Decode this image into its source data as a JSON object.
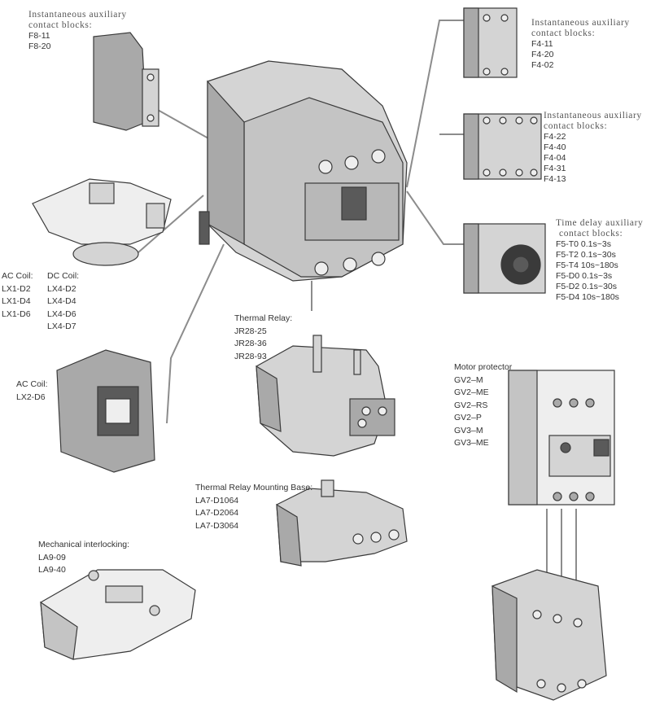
{
  "labels": {
    "inst_f8": {
      "title": "Instantaneous auxiliary",
      "title2": "contact blocks:",
      "items": [
        "F8-11",
        "F8-20"
      ]
    },
    "inst_f4_a": {
      "title": "Instantaneous auxiliary",
      "title2": "contact blocks:",
      "items": [
        "F4-11",
        "F4-20",
        "F4-02"
      ]
    },
    "inst_f4_b": {
      "title": "Instantaneous auxiliary",
      "title2": "contact blocks:",
      "items": [
        "F4-22",
        "F4-40",
        "F4-04",
        "F4-31",
        "F4-13"
      ]
    },
    "time_delay": {
      "title": "Time delay auxiliary",
      "title2": "contact blocks:",
      "items": [
        "F5-T0 0.1s~3s",
        "F5-T2 0.1s~30s",
        "F5-T4 10s~180s",
        "F5-D0 0.1s~3s",
        "F5-D2 0.1s~30s",
        "F5-D4 10s~180s"
      ]
    },
    "ac_coil": {
      "title": "AC Coil:",
      "items": [
        "LX1-D2",
        "LX1-D4",
        "LX1-D6"
      ]
    },
    "dc_coil": {
      "title": "DC Coil:",
      "items": [
        "LX4-D2",
        "LX4-D4",
        "LX4-D6",
        "LX4-D7"
      ]
    },
    "ac_coil_2": {
      "title": "AC Coil:",
      "items": [
        "LX2-D6"
      ]
    },
    "thermal_relay": {
      "title": "Thermal Relay:",
      "items": [
        "JR28-25",
        "JR28-36",
        "JR28-93"
      ]
    },
    "motor_protector": {
      "title": "Motor protector",
      "items": [
        "GV2–M",
        "GV2–ME",
        "GV2–RS",
        "GV2–P",
        "GV3–M",
        "GV3–ME"
      ]
    },
    "mounting_base": {
      "title": "Thermal Relay Mounting Base:",
      "items": [
        "LA7-D1064",
        "LA7-D2064",
        "LA7-D3064"
      ]
    },
    "interlock": {
      "title": "Mechanical interlocking:",
      "items": [
        "LA9-09",
        "LA9-40"
      ]
    }
  },
  "colors": {
    "body": "#d4d4d4",
    "shade": "#a9a9a9",
    "dark": "#5a5a5a",
    "line": "#8c8c8c",
    "outline": "#3a3a3a"
  }
}
